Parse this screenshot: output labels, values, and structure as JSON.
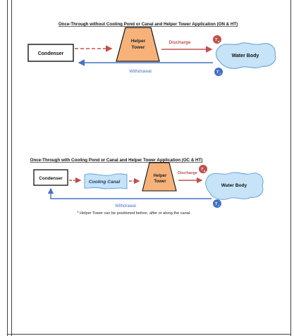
{
  "diagram1": {
    "title": "Once-Through without Cooling Pond or Canal and Helper Tower Application (ON & HT)",
    "condenser": "Condenser",
    "tower_line1": "Helper",
    "tower_line2": "Tower",
    "discharge": "Discharge",
    "withdrawal": "Withdrawal",
    "water_body": "Water Body",
    "badge_discharge": "T",
    "badge_discharge_sub": "d",
    "badge_withdrawal": "T",
    "badge_withdrawal_sub": "i"
  },
  "diagram2": {
    "title": "Once-Through with Cooling Pond or Canal and Helper Tower Application (OC & HT)",
    "condenser": "Condenser",
    "canal": "Cooling Canal",
    "tower_line1": "Helper",
    "tower_line2": "Tower",
    "discharge": "Discharge",
    "withdrawal": "Withdrawal",
    "water_body": "Water Body",
    "badge_discharge": "T",
    "badge_discharge_sub": "d",
    "badge_withdrawal": "T",
    "badge_withdrawal_sub": "i",
    "note": "* Helper Tower can be positioned before, after or along the canal."
  },
  "colors": {
    "tower_fill": "#f7b27a",
    "water_fill": "#c6e3f7",
    "water_stroke": "#5b9bd5",
    "red_arrow": "#c0504d",
    "blue_arrow": "#4472c4",
    "badge_red": "#c0504d",
    "badge_blue": "#4472c4"
  }
}
